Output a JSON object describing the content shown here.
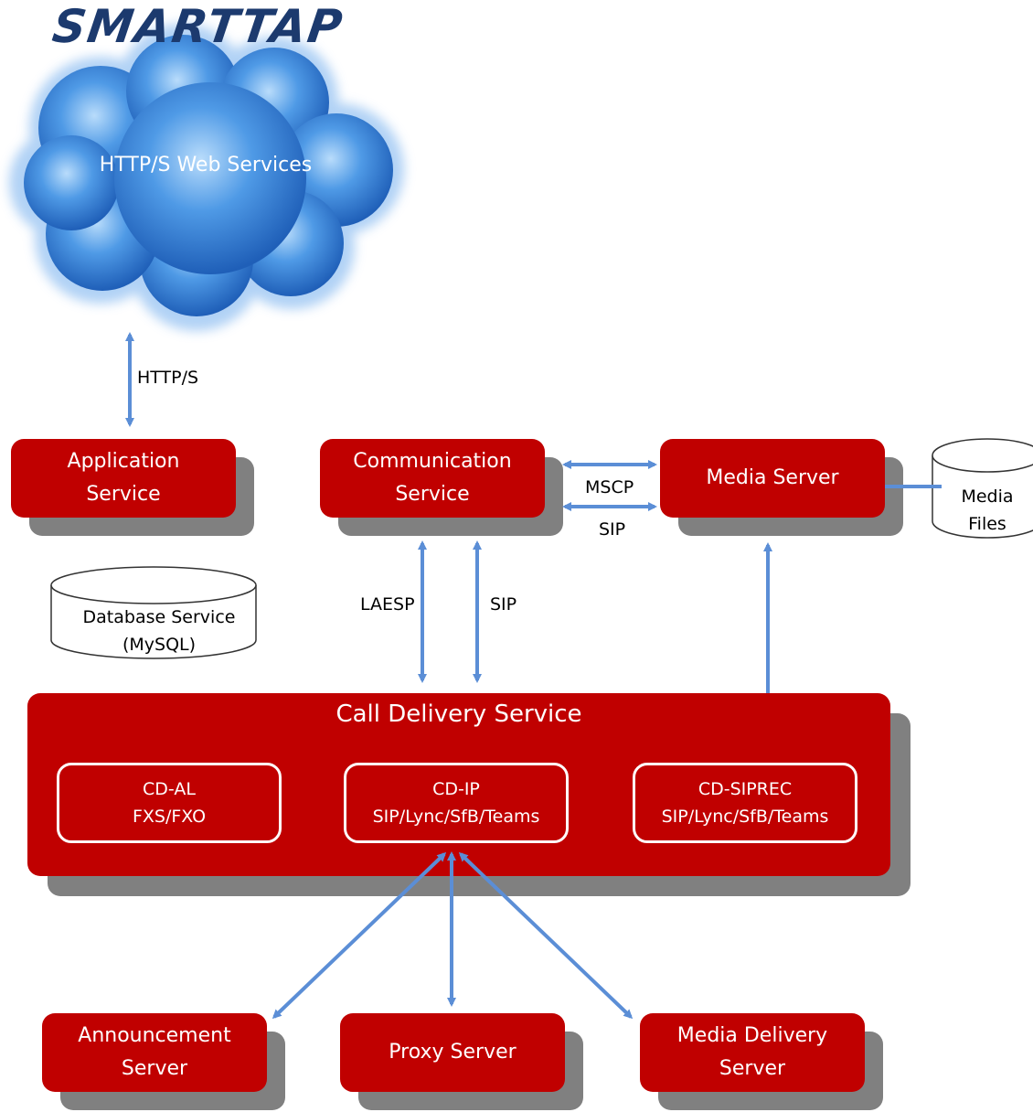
{
  "logo": "SMARTTAP",
  "cloud": {
    "label": "HTTP/S Web Services"
  },
  "boxes": {
    "application_service": "Application\nService",
    "communication_service": "Communication\nService",
    "media_server": "Media Server",
    "announcement_server": "Announcement\nServer",
    "proxy_server": "Proxy Server",
    "media_delivery_server": "Media Delivery\nServer"
  },
  "cylinders": {
    "database_service": "Database Service\n(MySQL)",
    "media_files": "Media\nFiles"
  },
  "call_delivery": {
    "title": "Call Delivery Service",
    "modules": {
      "cd_al": "CD-AL\nFXS/FXO",
      "cd_ip": "CD-IP\nSIP/Lync/SfB/Teams",
      "cd_siprec": "CD-SIPREC\nSIP/Lync/SfB/Teams"
    }
  },
  "connection_labels": {
    "https": "HTTP/S",
    "mscp": "MSCP",
    "sip_media": "SIP",
    "laesp": "LAESP",
    "sip_cds": "SIP"
  },
  "colors": {
    "box": "#c00000",
    "shadow": "#808080",
    "arrow": "#5b8ed6",
    "cloud": "#3f86d8"
  }
}
